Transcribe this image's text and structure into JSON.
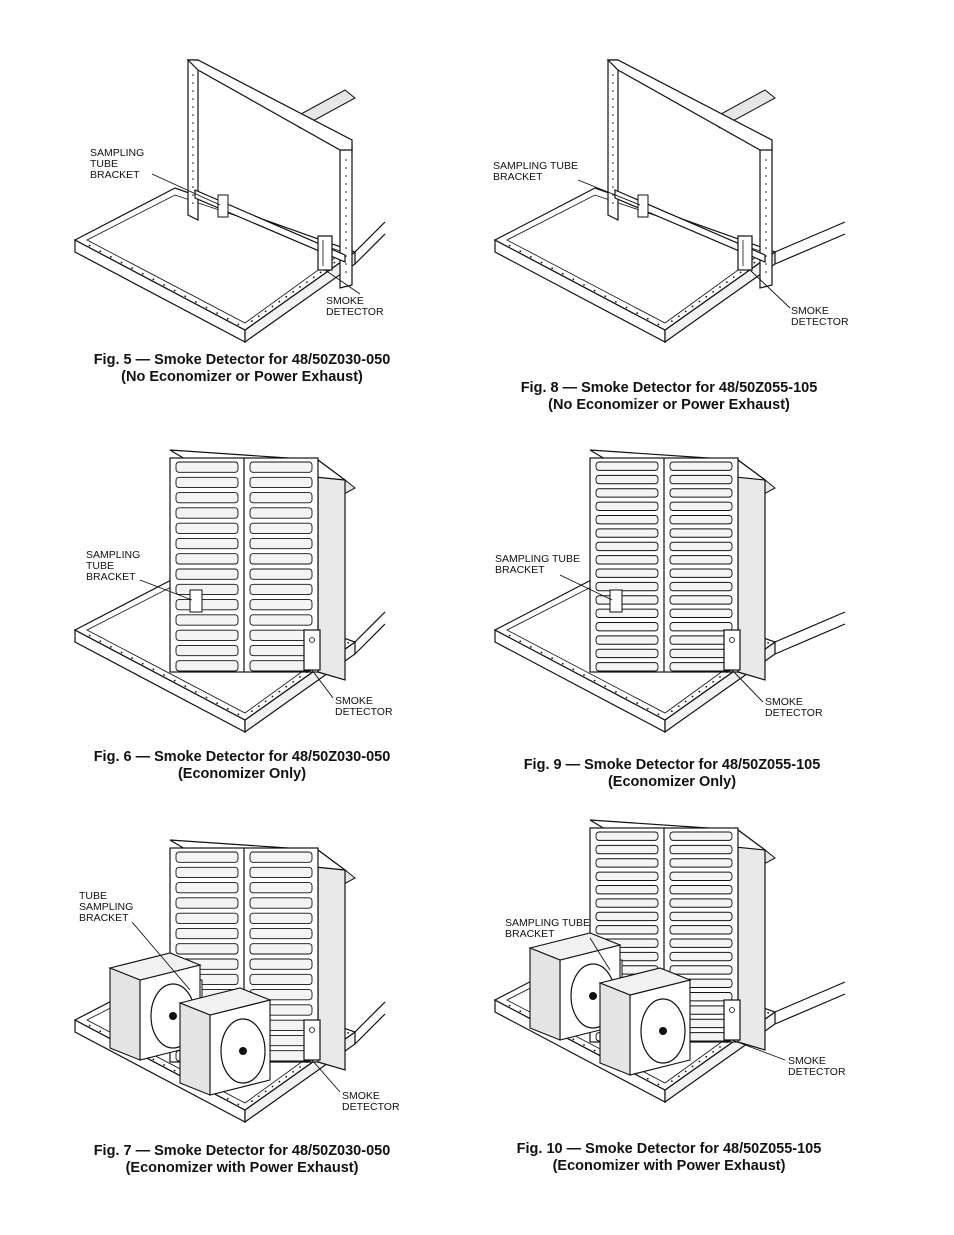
{
  "figures": [
    {
      "id": "fig5",
      "variant": "frame",
      "large": false,
      "tube_label": "SAMPLING\nTUBE\nBRACKET",
      "detector_label": "SMOKE\nDETECTOR",
      "caption_line1": "Fig. 5 — Smoke Detector for 48/50Z030-050",
      "caption_line2": "(No Economizer or Power Exhaust)"
    },
    {
      "id": "fig8",
      "variant": "frame",
      "large": true,
      "tube_label": "SAMPLING TUBE\nBRACKET",
      "detector_label": "SMOKE\nDETECTOR",
      "caption_line1": "Fig. 8 — Smoke Detector for 48/50Z055-105",
      "caption_line2": "(No Economizer or Power Exhaust)"
    },
    {
      "id": "fig6",
      "variant": "economizer",
      "large": false,
      "tube_label": "SAMPLING\nTUBE\nBRACKET",
      "detector_label": "SMOKE\nDETECTOR",
      "caption_line1": "Fig. 6 — Smoke Detector for 48/50Z030-050",
      "caption_line2": "(Economizer Only)"
    },
    {
      "id": "fig9",
      "variant": "economizer",
      "large": true,
      "tube_label": "SAMPLING TUBE\nBRACKET",
      "detector_label": "SMOKE\nDETECTOR",
      "caption_line1": "Fig. 9 — Smoke Detector for 48/50Z055-105",
      "caption_line2": "(Economizer Only)"
    },
    {
      "id": "fig7",
      "variant": "exhaust",
      "large": false,
      "tube_label": "TUBE\nSAMPLING\nBRACKET",
      "detector_label": "SMOKE\nDETECTOR",
      "caption_line1": "Fig. 7 — Smoke Detector for 48/50Z030-050",
      "caption_line2": "(Economizer with Power Exhaust)"
    },
    {
      "id": "fig10",
      "variant": "exhaust",
      "large": true,
      "tube_label": "SAMPLING TUBE\nBRACKET",
      "detector_label": "SMOKE\nDETECTOR",
      "caption_line1": "Fig. 10 — Smoke Detector for 48/50Z055-105",
      "caption_line2": "(Economizer with Power Exhaust)"
    }
  ]
}
